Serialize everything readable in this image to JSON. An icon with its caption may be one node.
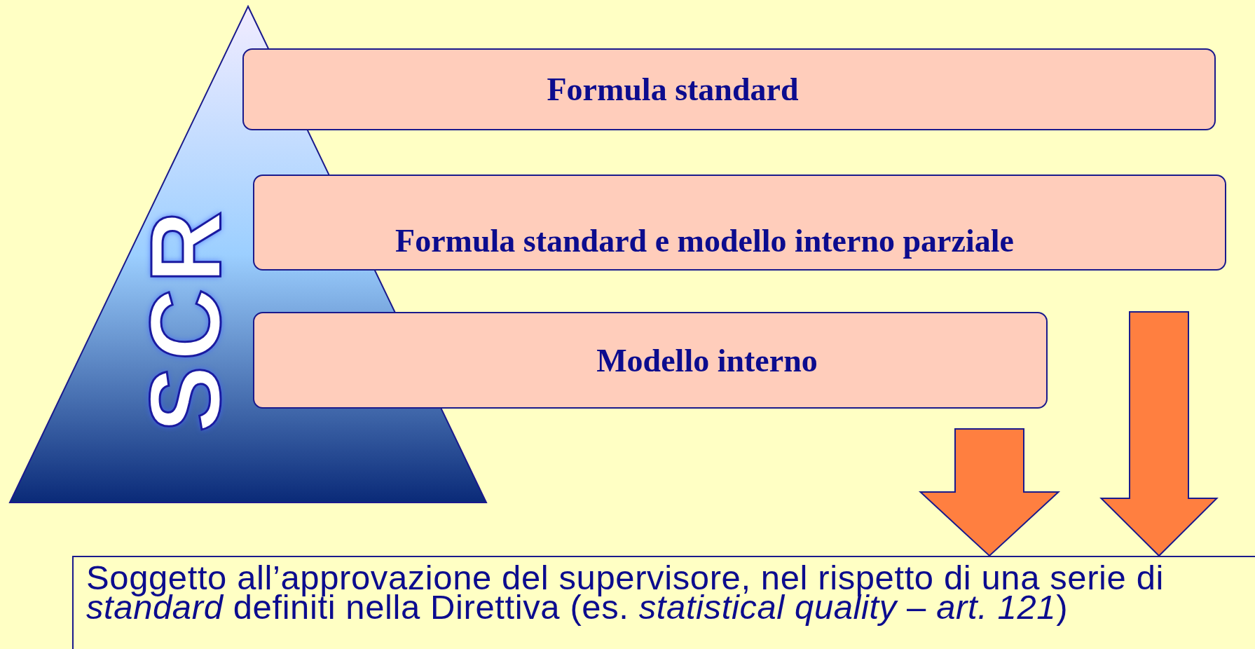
{
  "diagram": {
    "nodes": [
      {
        "text": [
          "SCR"
        ]
      },
      {
        "text": [
          "Formula standard"
        ]
      },
      {
        "text": [
          "Formula standard e modello interno parziale"
        ]
      },
      {
        "text": [
          "Modello interno"
        ]
      },
      {
        "text": [
          "Soggetto all’approvazione del supervisore, nel rispetto di una serie di *standard* definiti nella Direttiva (es. *statistical  quality* – *art. 121*)"
        ]
      }
    ],
    "edges": [
      {
        "from": 2,
        "to": 4,
        "arrow": "to"
      },
      {
        "from": 3,
        "to": 4,
        "arrow": "to"
      }
    ]
  }
}
